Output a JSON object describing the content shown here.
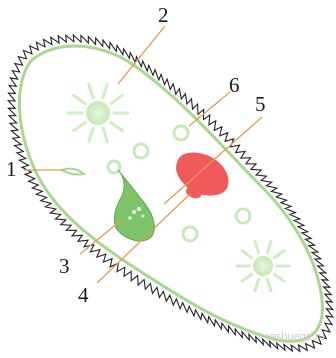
{
  "diagram": {
    "labels": {
      "1": "1",
      "2": "2",
      "3": "3",
      "4": "4",
      "5": "5",
      "6": "6"
    },
    "colors": {
      "cilia": "#222222",
      "membrane": "#a7d88c",
      "organelle": "#cdeec0",
      "organelle_stroke": "#a7d88c",
      "oral_groove": "#7cc36a",
      "nucleus": "#f05a5a",
      "leader_line": "#e39a56"
    }
  },
  "watermark": "reshuege.ru"
}
